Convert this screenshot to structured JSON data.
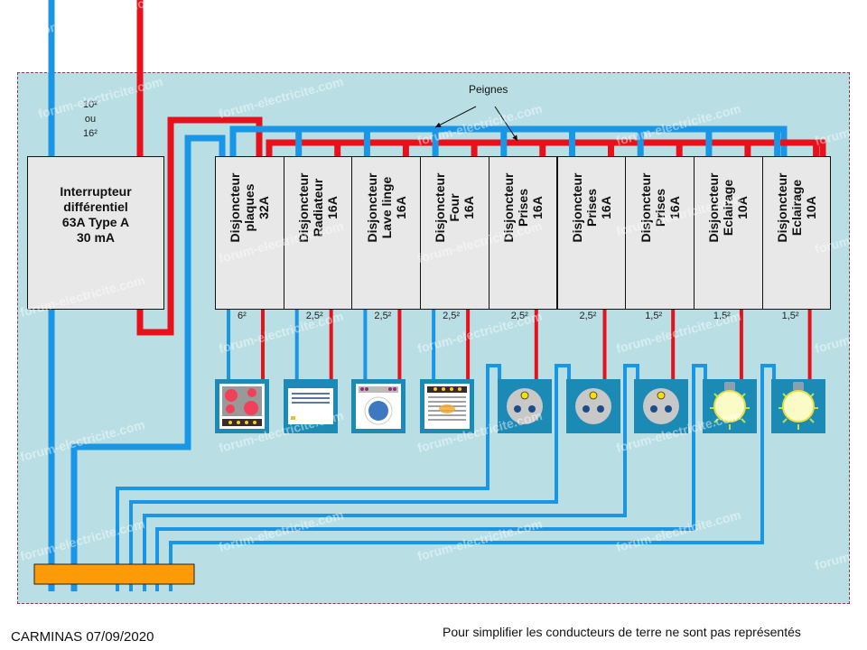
{
  "diagram": {
    "differential": {
      "label_lines": [
        "Interrupteur",
        "différentiel",
        "63A Type A",
        "30 mA"
      ]
    },
    "supply_section": [
      "10²",
      "ou",
      "16²"
    ],
    "comb_label": "Peignes",
    "breakers": [
      {
        "lines": [
          "Disjoncteur",
          "plaques",
          "32A"
        ],
        "section": "6²",
        "device": "cooktop-icon"
      },
      {
        "lines": [
          "Disjoncteur",
          "Radiateur",
          "16A"
        ],
        "section": "2,5²",
        "device": "radiator-icon"
      },
      {
        "lines": [
          "Disjoncteur",
          "Lave linge",
          "16A"
        ],
        "section": "2,5²",
        "device": "washing-machine-icon"
      },
      {
        "lines": [
          "Disjoncteur",
          "Four",
          "16A"
        ],
        "section": "2,5²",
        "device": "oven-icon"
      },
      {
        "lines": [
          "Disjoncteur",
          "Prises",
          "16A"
        ],
        "section": "2,5²",
        "device": "socket-icon"
      },
      {
        "lines": [
          "Disjoncteur",
          "Prises",
          "16A"
        ],
        "section": "2,5²",
        "device": "socket-icon"
      },
      {
        "lines": [
          "Disjoncteur",
          "Prises",
          "16A"
        ],
        "section": "1,5²",
        "device": "socket-icon"
      },
      {
        "lines": [
          "Disjoncteur",
          "Eclairage",
          "10A"
        ],
        "section": "1,5²",
        "device": "light-bulb-icon"
      },
      {
        "lines": [
          "Disjoncteur",
          "Eclairage",
          "10A"
        ],
        "section": "1,5²",
        "device": "light-bulb-icon"
      }
    ],
    "colors": {
      "phase": "#e8101a",
      "neutral": "#1a96e6",
      "neutral_bar": "#fd9a07",
      "panel": "#b9dfe4"
    },
    "watermark": "forum-electricite.com",
    "credit": "CARMINAS 07/09/2020",
    "note": "Pour simplifier les conducteurs  de terre ne sont pas représentés"
  }
}
